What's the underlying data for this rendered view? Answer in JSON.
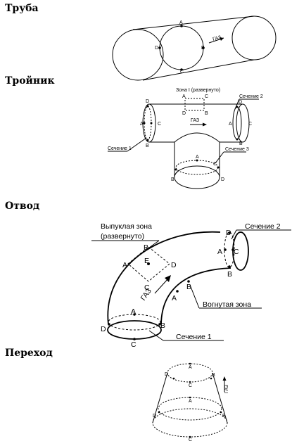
{
  "headings": {
    "pipe": "Труба",
    "tee": "Тройник",
    "bend": "Отвод",
    "reducer": "Переход"
  },
  "pipe": {
    "points": [
      "A",
      "B",
      "C",
      "D"
    ],
    "flow": "ГАЗ"
  },
  "tee": {
    "zone": "Зона I (развернуто)",
    "section_2": "Сечение 2",
    "section_1": "Сечение 1",
    "section_3": "Сечение 3",
    "flow": "ГАЗ",
    "points": [
      "A",
      "B",
      "C",
      "D"
    ]
  },
  "bend": {
    "convex_zone_line1": "Выпуклая зона",
    "convex_zone_line2": "(развернуто)",
    "section_2": "Сечение 2",
    "section_1": "Сечение 1",
    "concave_zone": "Вогнутая зона",
    "flow": "ГАЗ",
    "points": [
      "A",
      "B",
      "C",
      "D",
      "E"
    ]
  },
  "reducer": {
    "flow": "ГАЗ",
    "points": [
      "A",
      "B",
      "C",
      "D"
    ]
  }
}
